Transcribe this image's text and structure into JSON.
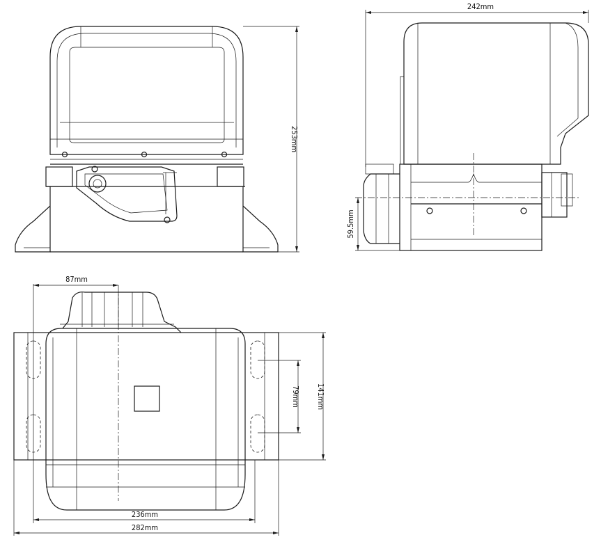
{
  "dimensions": {
    "front_height": "253mm",
    "side_width": "242mm",
    "side_axis_height": "59.5mm",
    "top_offset": "87mm",
    "top_hole_spacing": "79mm",
    "top_plate_depth": "141mm",
    "top_body_width": "236mm",
    "top_plate_width": "282mm"
  }
}
